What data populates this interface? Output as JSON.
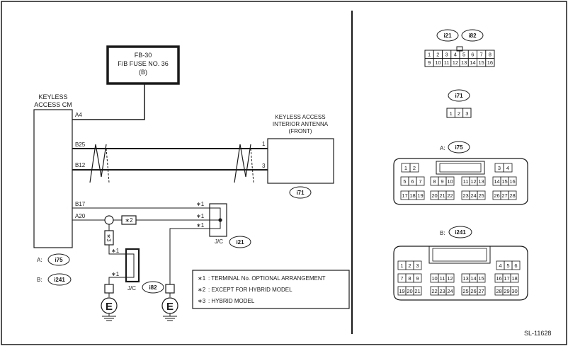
{
  "diagram_id": "SL-11628",
  "fuse": {
    "line1": "FB-30",
    "line2": "F/B FUSE NO. 36",
    "line3": "(B)"
  },
  "control_module": {
    "line1": "KEYLESS",
    "line2": "ACCESS CM"
  },
  "antenna": {
    "line1": "KEYLESS ACCESS",
    "line2": "INTERIOR ANTENNA",
    "line3": "(FRONT)",
    "connector": "i71"
  },
  "terminals": {
    "a4": "A4",
    "b25": "B25",
    "b12": "B12",
    "b17": "B17",
    "a20": "A20",
    "ant1": "1",
    "ant3": "3"
  },
  "star1": "∗1",
  "star2": "∗2",
  "star3": "∗3",
  "jc_right": {
    "label": "J/C",
    "connector": "i21"
  },
  "jc_left": {
    "label": "J/C",
    "connector": "i82"
  },
  "ground_symbol": "E",
  "cm_connectors": {
    "a_prefix": "A:",
    "a_code": "i75",
    "b_prefix": "B:",
    "b_code": "i241"
  },
  "notes": [
    {
      "mark": "∗1",
      "text": ": TERMINAL No. OPTIONAL ARRANGEMENT"
    },
    {
      "mark": "∗2",
      "text": ": EXCEPT FOR HYBRID MODEL"
    },
    {
      "mark": "∗3",
      "text": ": HYBRID MODEL"
    }
  ],
  "connector_views": {
    "c16": {
      "tags": [
        "i21",
        "i82"
      ],
      "row1": [
        "1",
        "2",
        "3",
        "4",
        "5",
        "6",
        "7",
        "8"
      ],
      "row2": [
        "9",
        "10",
        "11",
        "12",
        "13",
        "14",
        "15",
        "16"
      ]
    },
    "c3": {
      "tag": "i71",
      "pins": [
        "1",
        "2",
        "3"
      ]
    },
    "c28": {
      "prefix": "A:",
      "tag": "i75",
      "row1": [
        [
          "1",
          "2"
        ],
        [
          "3",
          "4"
        ]
      ],
      "row2": [
        [
          "5",
          "6",
          "7"
        ],
        [
          "8",
          "9",
          "10"
        ],
        [
          "11",
          "12",
          "13"
        ],
        [
          "14",
          "15",
          "16"
        ]
      ],
      "row3": [
        [
          "17",
          "18",
          "19"
        ],
        [
          "20",
          "21",
          "22"
        ],
        [
          "23",
          "24",
          "25"
        ],
        [
          "26",
          "27",
          "28"
        ]
      ]
    },
    "c30": {
      "prefix": "B:",
      "tag": "i241",
      "row1": [
        [
          "1",
          "2",
          "3"
        ],
        [
          "4",
          "5",
          "6"
        ]
      ],
      "row2": [
        [
          "7",
          "8",
          "9"
        ],
        [
          "10",
          "11",
          "12"
        ],
        [
          "13",
          "14",
          "15"
        ],
        [
          "16",
          "17",
          "18"
        ]
      ],
      "row3": [
        [
          "19",
          "20",
          "21"
        ],
        [
          "22",
          "23",
          "24"
        ],
        [
          "25",
          "26",
          "27"
        ],
        [
          "28",
          "29",
          "30"
        ]
      ]
    }
  }
}
